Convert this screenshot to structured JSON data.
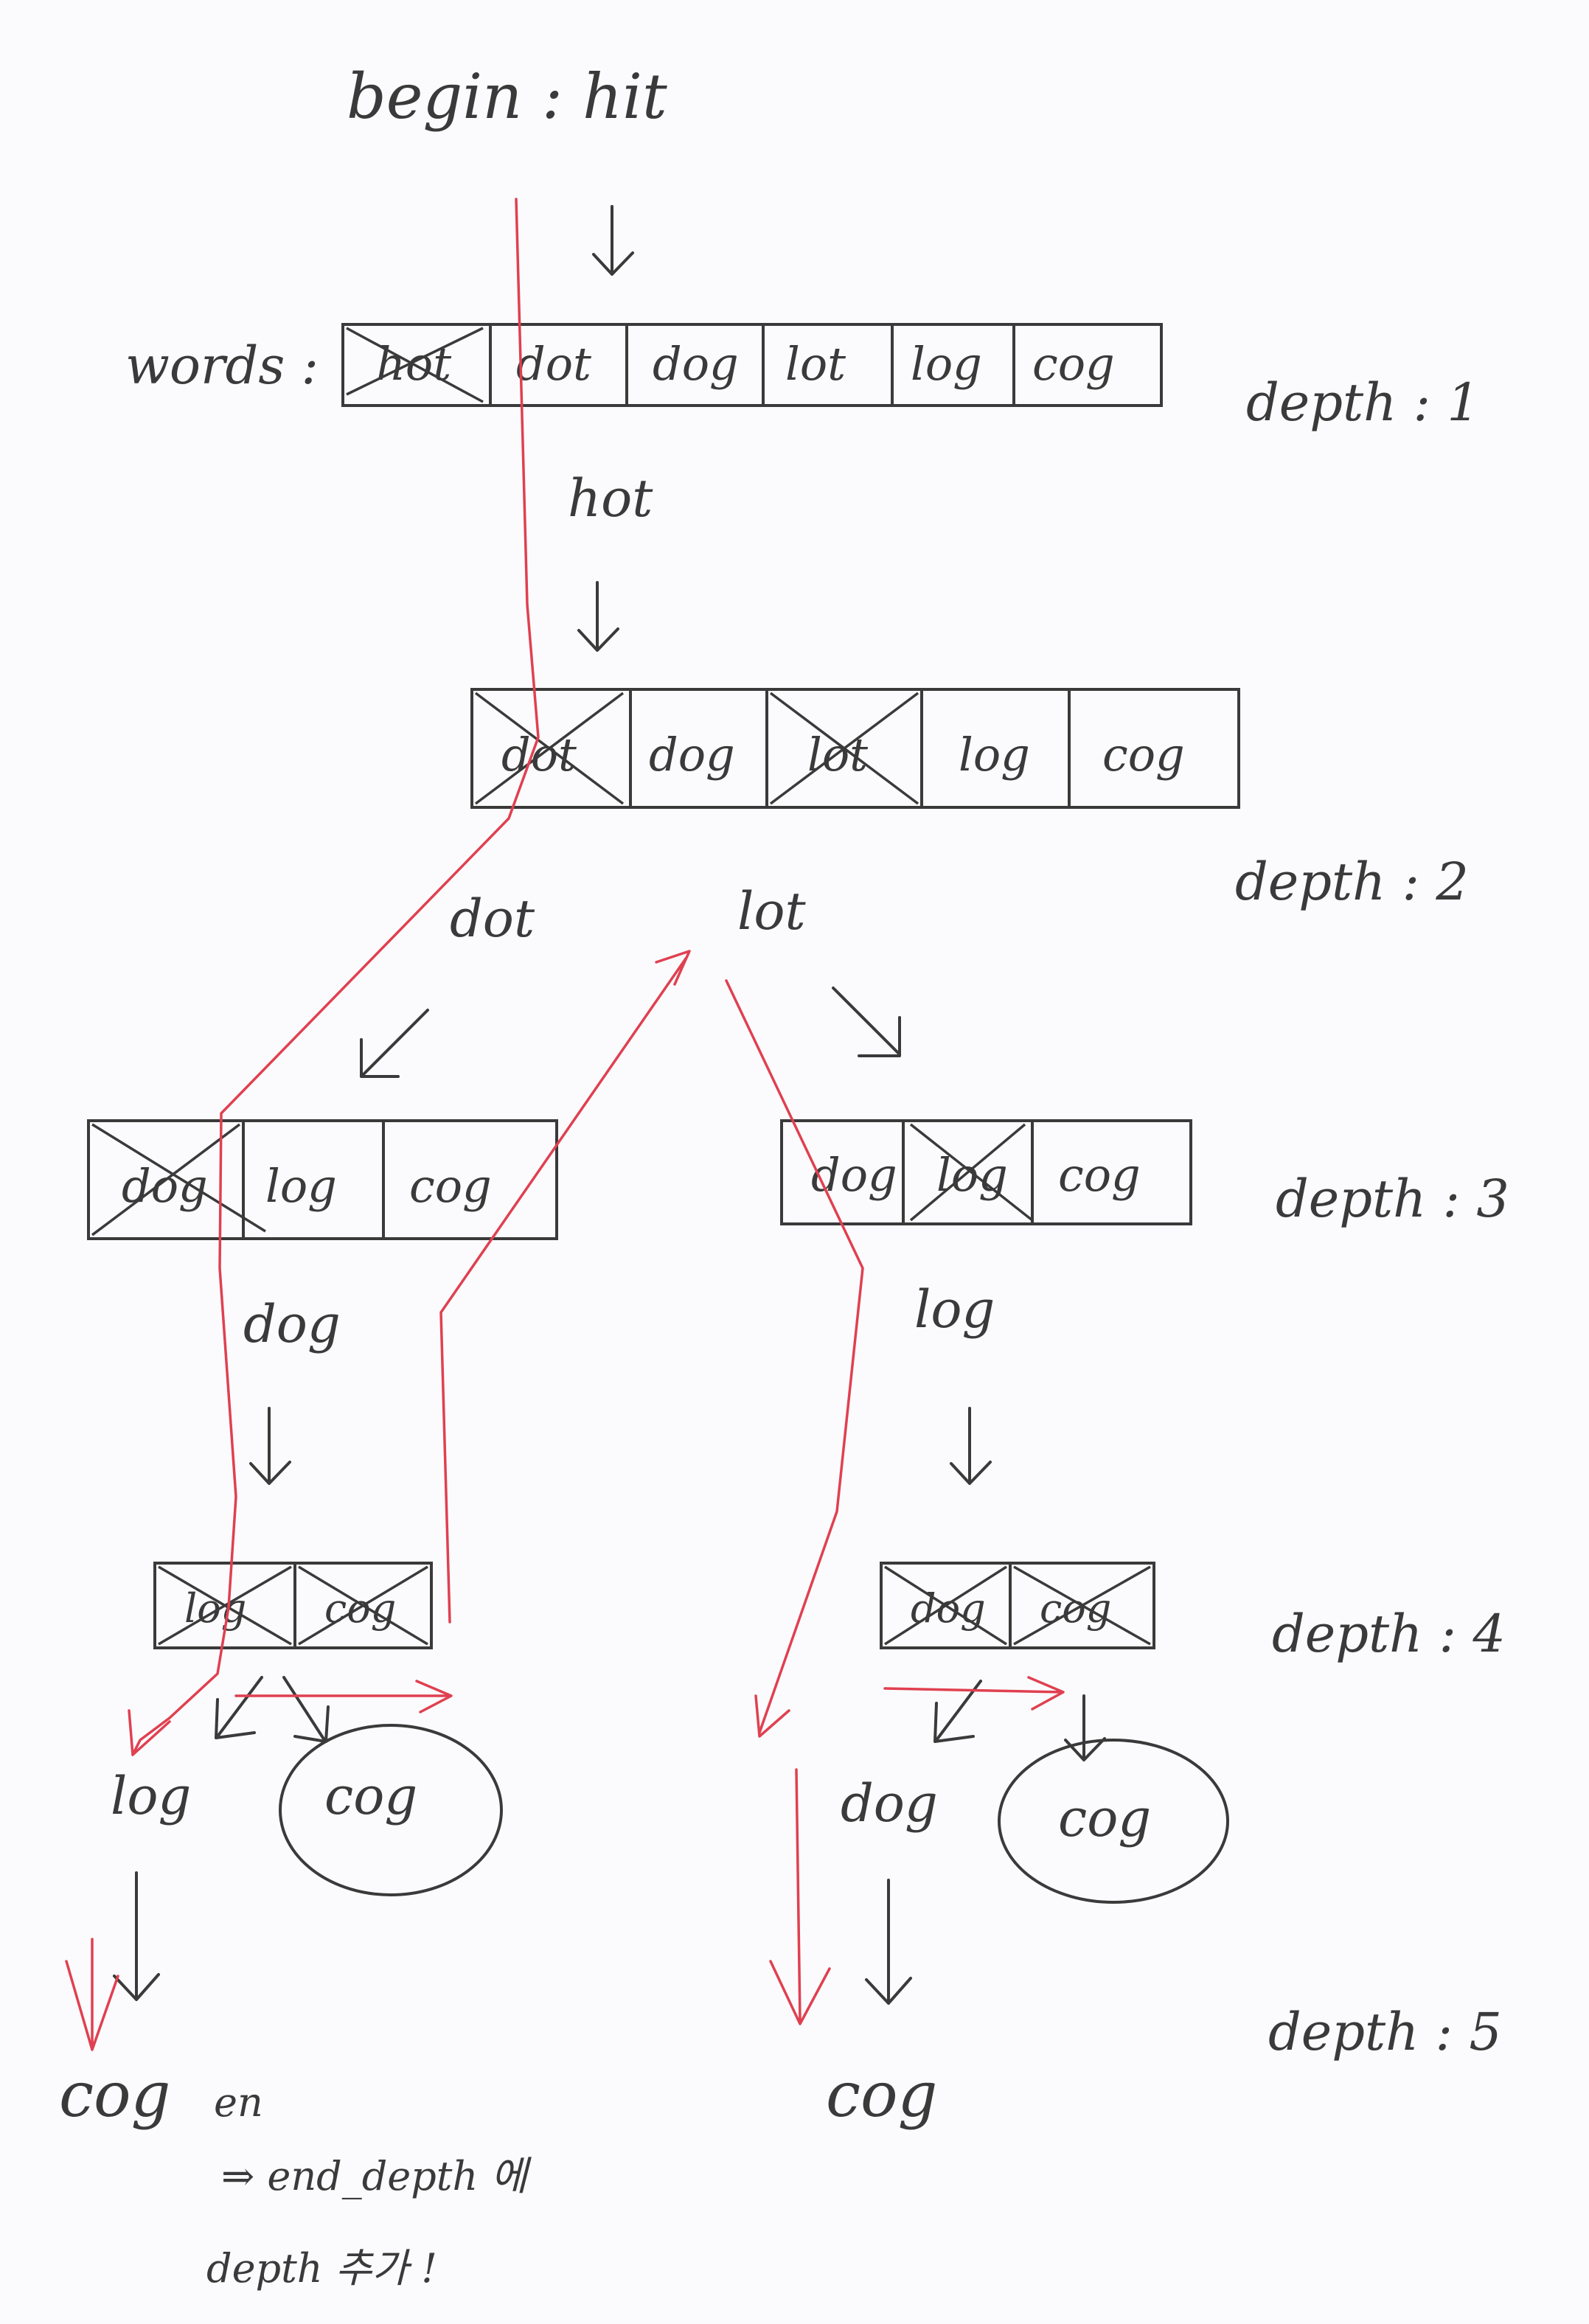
{
  "title": {
    "begin_label": "begin :",
    "begin_word": "hit"
  },
  "words_label": "words :",
  "depth_labels": [
    "depth : 1",
    "depth : 2",
    "depth : 3",
    "depth : 4",
    "depth : 5"
  ],
  "rows": {
    "row1": [
      "hot",
      "dot",
      "dog",
      "lot",
      "log",
      "cog"
    ],
    "row2": [
      "dot",
      "dog",
      "lot",
      "log",
      "cog"
    ],
    "row3_left": [
      "dog",
      "log",
      "cog"
    ],
    "row3_right": [
      "dog",
      "log",
      "cog"
    ],
    "row4_left": [
      "log",
      "cog"
    ],
    "row4_right": [
      "dog",
      "cog"
    ]
  },
  "edge_labels": {
    "hot": "hot",
    "dot": "dot",
    "lot": "lot",
    "dog": "dog",
    "log": "log"
  },
  "leaves": {
    "left_log": "log",
    "left_cog": "cog",
    "right_dog": "dog",
    "right_cog": "cog",
    "left_bottom_cog": "cog",
    "right_bottom_cog": "cog"
  },
  "notes": {
    "note_en": "en",
    "note_line1": "⇒ end_depth 에",
    "note_line2": "depth 추가 !"
  },
  "colors": {
    "ink": "#3a3a3a",
    "red_path": "#e04050",
    "paper": "#fbfbfd"
  }
}
